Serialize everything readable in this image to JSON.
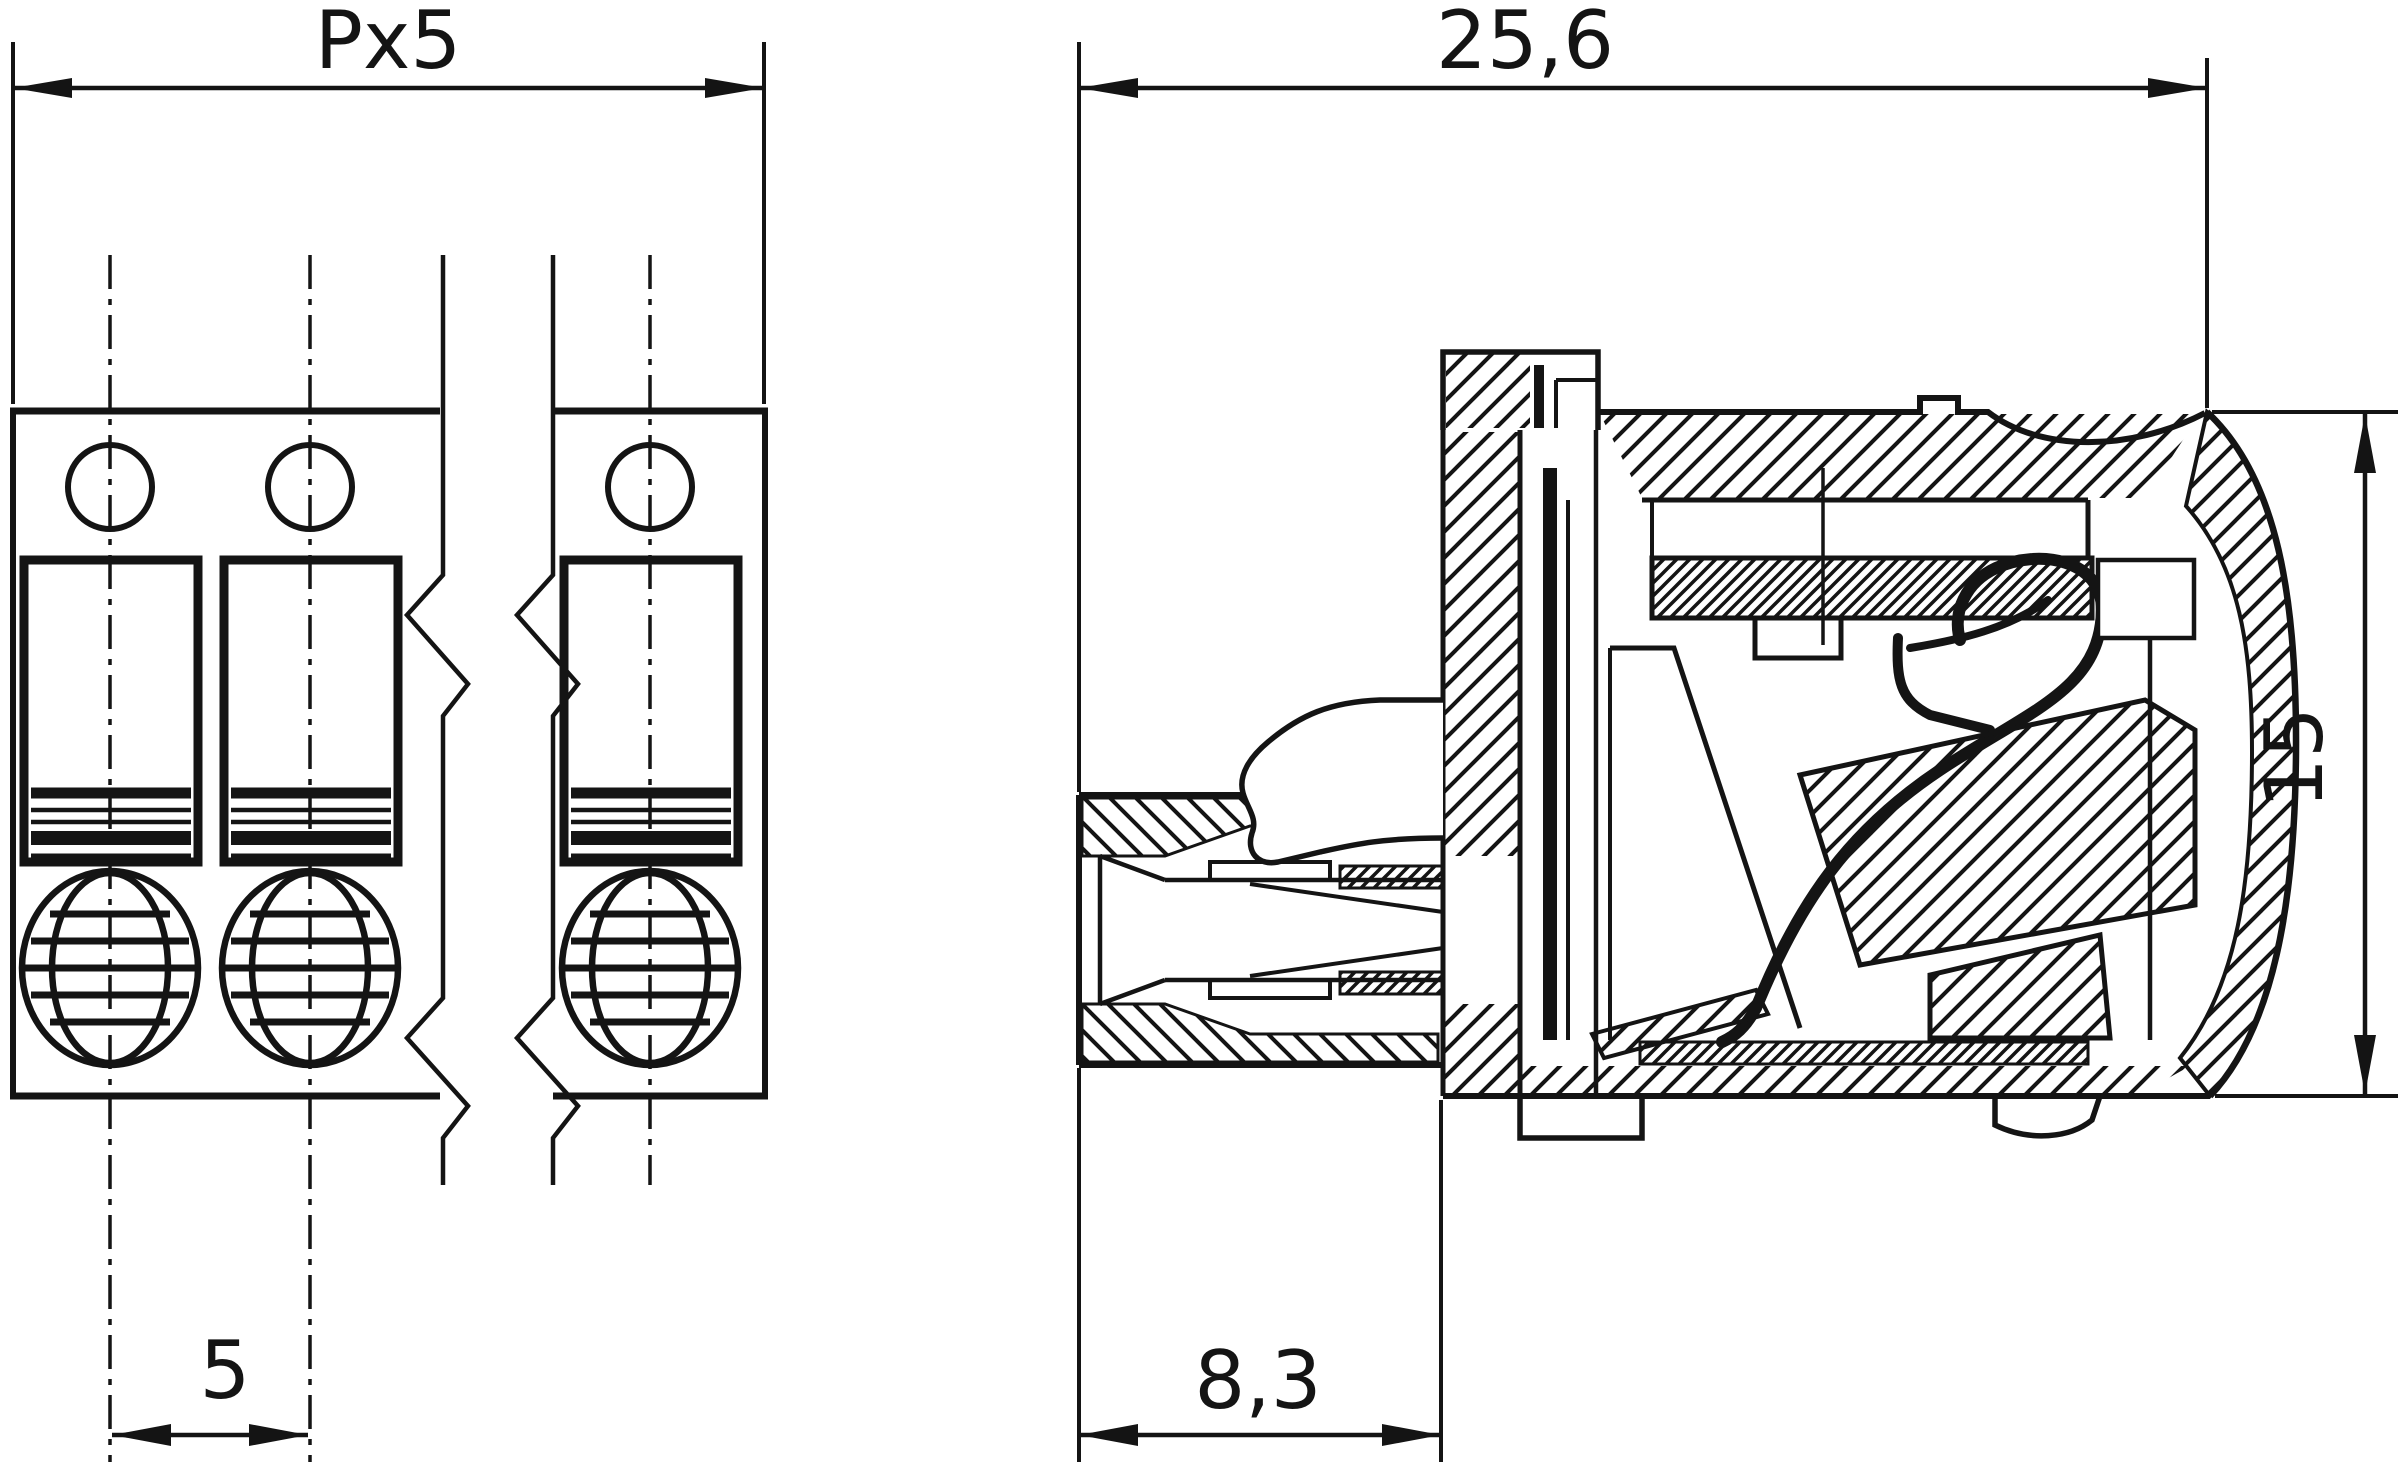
{
  "drawing": {
    "ink_color": "#141414",
    "paper_color": "#ffffff",
    "front_view": {
      "overall_width_label": "Px5",
      "pitch_label": "5"
    },
    "side_view": {
      "overall_depth_label": "25,6",
      "overall_height_label": "15",
      "entry_depth_label": "8,3"
    }
  }
}
